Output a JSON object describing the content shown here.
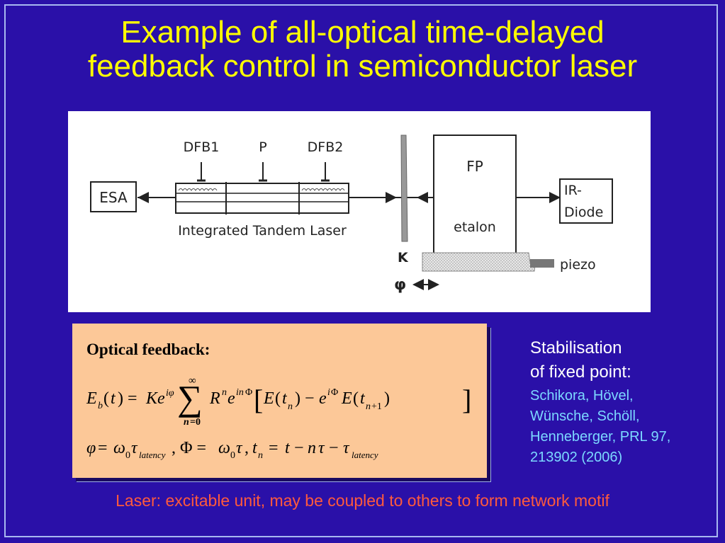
{
  "slide": {
    "title_line1": "Example of  all-optical time-delayed",
    "title_line2": "feedback control in semiconductor laser"
  },
  "diagram": {
    "labels": {
      "esa": "ESA",
      "dfb1": "DFB1",
      "p": "P",
      "dfb2": "DFB2",
      "laser": "Integrated Tandem Laser",
      "k": "K",
      "phi": "φ",
      "fp": "FP",
      "etalon": "etalon",
      "piezo": "piezo",
      "ir_line1": "IR-",
      "ir_line2": "Diode"
    }
  },
  "formula_box": {
    "heading": "Optical feedback:"
  },
  "stabilisation": {
    "line1": "Stabilisation",
    "line2": "of fixed point:"
  },
  "reference": {
    "line1": "Schikora, Hövel,",
    "line2": "Wünsche, Schöll,",
    "line3": "Henneberger, PRL 97,",
    "line4": "213902  (2006)"
  },
  "footer": {
    "text": "Laser: excitable unit, may be coupled to others to form network motif"
  },
  "colors": {
    "background": "#2a10a8",
    "title": "#ffff00",
    "formula_box": "#fcc898",
    "reference": "#7cd8ff",
    "footer": "#ff5a3c"
  }
}
